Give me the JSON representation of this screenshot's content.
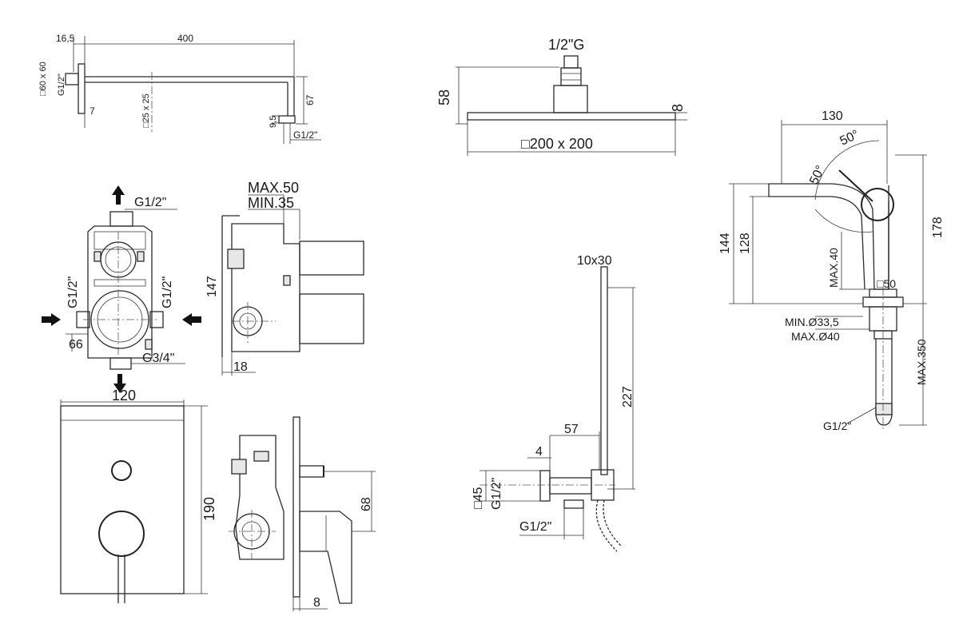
{
  "shower_arm": {
    "d_16_5": "16,5",
    "d_400": "400",
    "d_60x60": "□60 x 60",
    "d_g12_left": "G1/2\"",
    "d_7": "7",
    "d_25x25": "□25 x 25",
    "d_67": "67",
    "d_9_5": "9,5",
    "d_g12_right": "G1/2\""
  },
  "shower_head": {
    "d_thread": "1/2\"G",
    "d_58": "58",
    "d_8": "8",
    "d_size": "□200 x 200"
  },
  "valve_body": {
    "d_g12_top": "G1/2\"",
    "d_g12_left": "G1/2\"",
    "d_g12_right": "G1/2\"",
    "d_66": "66",
    "d_g34": "G3/4\"",
    "d_max50": "MAX.50",
    "d_min35": "MIN.35",
    "d_147": "147",
    "d_18": "18"
  },
  "wall_plate": {
    "d_120": "120",
    "d_190": "190",
    "d_68": "68",
    "d_8": "8"
  },
  "hand_shower": {
    "d_10x30": "10x30",
    "d_227": "227",
    "d_57": "57",
    "d_4": "4",
    "d_45": "□45",
    "d_g12_side": "G1/2\"",
    "d_g12_bottom": "G1/2\""
  },
  "basin_mixer": {
    "d_130": "130",
    "d_50deg_top": "50°",
    "d_50deg_left": "50°",
    "d_144": "144",
    "d_128": "128",
    "d_178": "178",
    "d_max40": "MAX.40",
    "d_50": "□50",
    "d_min335": "MIN.Ø33,5",
    "d_max40d": "MAX.Ø40",
    "d_max350": "MAX.350",
    "d_g12": "G1/2\""
  }
}
